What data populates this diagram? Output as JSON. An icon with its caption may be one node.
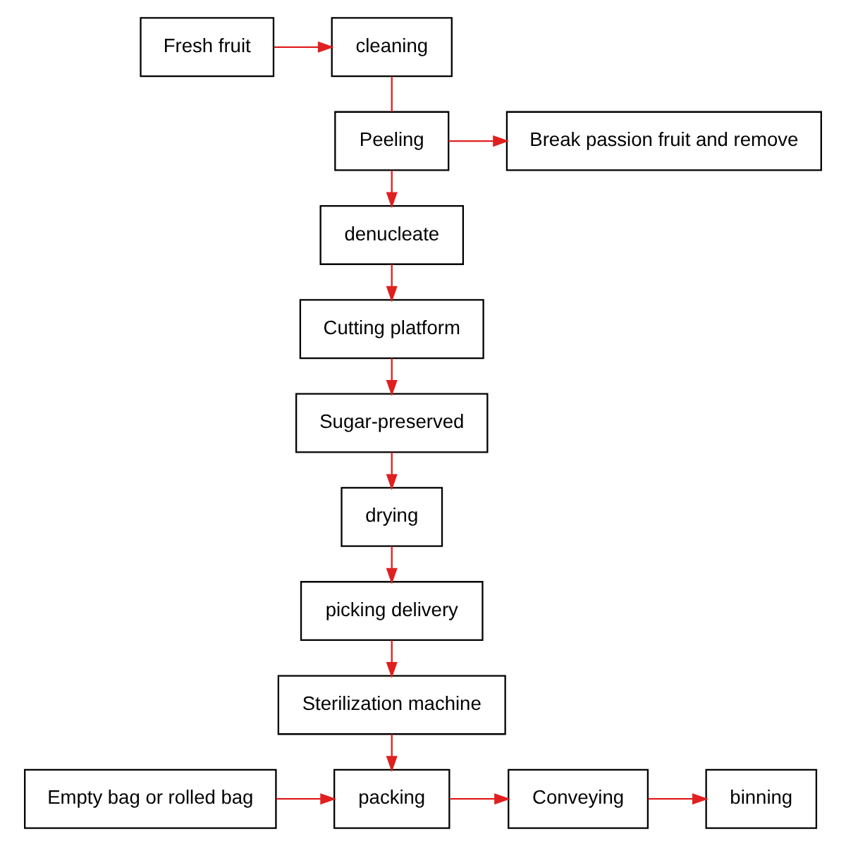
{
  "diagram": {
    "nodes": [
      {
        "text": [
          "Fresh fruit"
        ]
      },
      {
        "text": [
          "cleaning"
        ]
      },
      {
        "text": [
          "Peeling"
        ]
      },
      {
        "text": [
          "Break passion fruit and remove"
        ]
      },
      {
        "text": [
          "denucleate"
        ]
      },
      {
        "text": [
          "Cutting platform"
        ]
      },
      {
        "text": [
          "Sugar-preserved"
        ]
      },
      {
        "text": [
          "drying"
        ]
      },
      {
        "text": [
          "picking delivery"
        ]
      },
      {
        "text": [
          "Sterilization machine"
        ]
      },
      {
        "text": [
          "Empty bag or rolled bag"
        ]
      },
      {
        "text": [
          "packing"
        ]
      },
      {
        "text": [
          "Conveying"
        ]
      },
      {
        "text": [
          "binning"
        ]
      }
    ],
    "edges": [
      {
        "from": 0,
        "to": 1,
        "arrow": "to"
      },
      {
        "from": 1,
        "to": 2,
        "arrow": "none"
      },
      {
        "from": 2,
        "to": 3,
        "arrow": "to"
      },
      {
        "from": 2,
        "to": 4,
        "arrow": "to"
      },
      {
        "from": 4,
        "to": 5,
        "arrow": "to"
      },
      {
        "from": 5,
        "to": 6,
        "arrow": "to"
      },
      {
        "from": 6,
        "to": 7,
        "arrow": "to"
      },
      {
        "from": 7,
        "to": 8,
        "arrow": "to"
      },
      {
        "from": 8,
        "to": 9,
        "arrow": "to"
      },
      {
        "from": 9,
        "to": 11,
        "arrow": "to"
      },
      {
        "from": 10,
        "to": 11,
        "arrow": "to"
      },
      {
        "from": 11,
        "to": 12,
        "arrow": "to"
      },
      {
        "from": 12,
        "to": 13,
        "arrow": "to"
      }
    ]
  }
}
